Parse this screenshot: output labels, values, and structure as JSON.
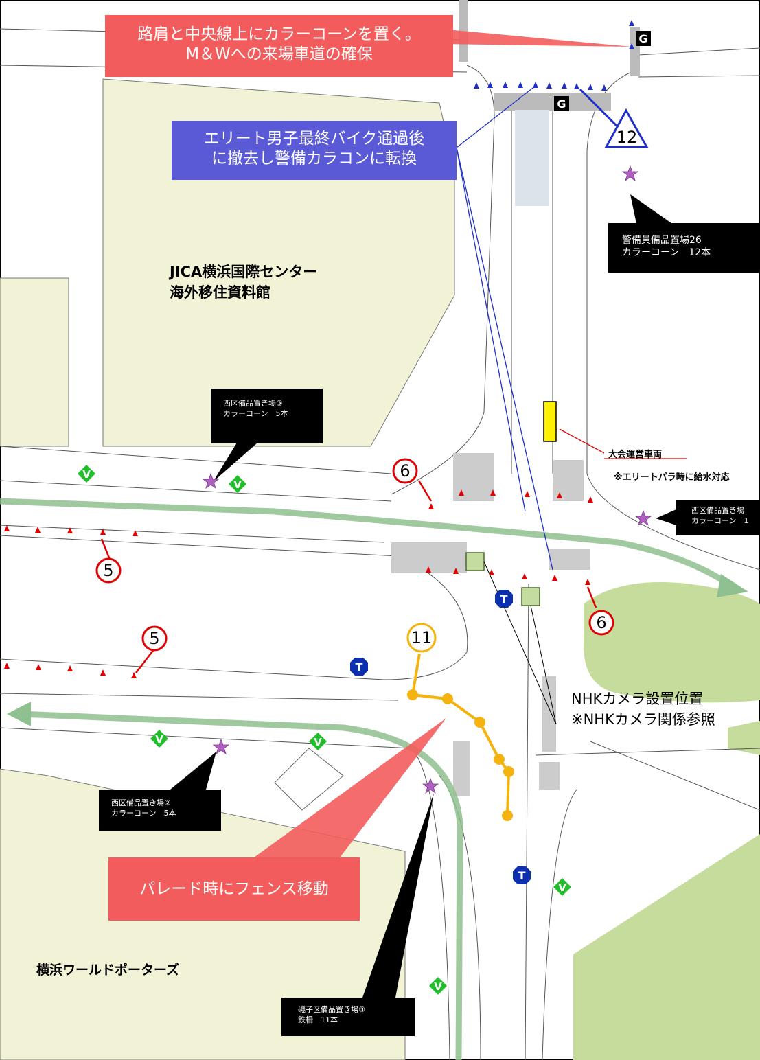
{
  "callouts": {
    "cone_placement": {
      "line1": "路肩と中央線上にカラーコーンを置く。",
      "line2": "M＆Wへの来場車道の確保"
    },
    "elite_removal": {
      "line1": "エリート男子最終バイク通過後",
      "line2": "に撤去し警備カラコンに転換"
    },
    "parade_fence": {
      "text": "パレード時にフェンス移動"
    }
  },
  "storage": {
    "guard26": {
      "line1": "警備員備品置場26",
      "line2": "カラーコーン　12本"
    },
    "nishi3": {
      "line1": "西区備品置き場③",
      "line2": "カラーコーン　5本"
    },
    "nishi_right": {
      "line1": "西区備品置き場",
      "line2": "カラーコーン　1"
    },
    "nishi2": {
      "line1": "西区備品置き場②",
      "line2": "カラーコーン　5本"
    },
    "isogo3": {
      "line1": "磯子区備品置き場③",
      "line2": "鉄柵　11本"
    }
  },
  "buildings": {
    "jica_line1": "JICA横浜国際センター",
    "jica_line2": "海外移住資料館",
    "world_porters": "横浜ワールドポーターズ"
  },
  "vehicle": {
    "label": "大会運営車両",
    "note": "※エリートパラ時に給水対応"
  },
  "nhk": {
    "line1": "NHKカメラ設置位置",
    "line2": "※NHKカメラ関係参照"
  },
  "markers": {
    "n12": "12",
    "n6a": "6",
    "n6b": "6",
    "n5a": "5",
    "n5b": "5",
    "n11": "11",
    "g_letter": "G",
    "t_letter": "T",
    "v_letter": "V"
  },
  "colors": {
    "route_green": "#8fc08f",
    "cone_red": "#e00000",
    "fence_orange": "#f5b30f",
    "callout_red": "#f35c5c",
    "callout_blue": "#5a5ad6",
    "building_fill": "#f2f2d6",
    "green_area": "#c5dc9c",
    "star_purple": "#b060c0",
    "v_green": "#1fbe2a"
  }
}
